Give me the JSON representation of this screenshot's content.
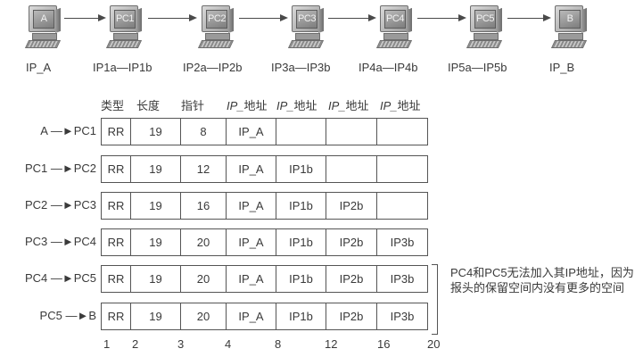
{
  "nodes": [
    {
      "name": "A",
      "ip": "IP_A"
    },
    {
      "name": "PC1",
      "ip": "IP1a—IP1b"
    },
    {
      "name": "PC2",
      "ip": "IP2a—IP2b"
    },
    {
      "name": "PC3",
      "ip": "IP3a—IP3b"
    },
    {
      "name": "PC4",
      "ip": "IP4a—IP4b"
    },
    {
      "name": "PC5",
      "ip": "IP5a—IP5b"
    },
    {
      "name": "B",
      "ip": "IP_B"
    }
  ],
  "headers": {
    "type": "类型",
    "length": "长度",
    "pointer": "指针",
    "ip1_a": "IP_",
    "ip1_b": "地址",
    "ip2_a": "IP_",
    "ip2_b": "地址",
    "ip3_a": "IP_",
    "ip3_b": "地址",
    "ip4_a": "IP_",
    "ip4_b": "地址"
  },
  "rows": [
    {
      "label": "A —►PC1",
      "cells": [
        "RR",
        "19",
        "8",
        "IP_A",
        "",
        "",
        ""
      ]
    },
    {
      "label": "PC1 —►PC2",
      "cells": [
        "RR",
        "19",
        "12",
        "IP_A",
        "IP1b",
        "",
        ""
      ]
    },
    {
      "label": "PC2 —►PC3",
      "cells": [
        "RR",
        "19",
        "16",
        "IP_A",
        "IP1b",
        "IP2b",
        ""
      ]
    },
    {
      "label": "PC3 —►PC4",
      "cells": [
        "RR",
        "19",
        "20",
        "IP_A",
        "IP1b",
        "IP2b",
        "IP3b"
      ]
    },
    {
      "label": "PC4 —►PC5",
      "cells": [
        "RR",
        "19",
        "20",
        "IP_A",
        "IP1b",
        "IP2b",
        "IP3b"
      ]
    },
    {
      "label": "PC5 —►B",
      "cells": [
        "RR",
        "19",
        "20",
        "IP_A",
        "IP1b",
        "IP2b",
        "IP3b"
      ]
    }
  ],
  "offsets": [
    "1",
    "2",
    "3",
    "4",
    "8",
    "12",
    "16",
    "20"
  ],
  "note": "PC4和PC5无法加入其IP地址，因为报头的保留空间内没有更多的空间"
}
